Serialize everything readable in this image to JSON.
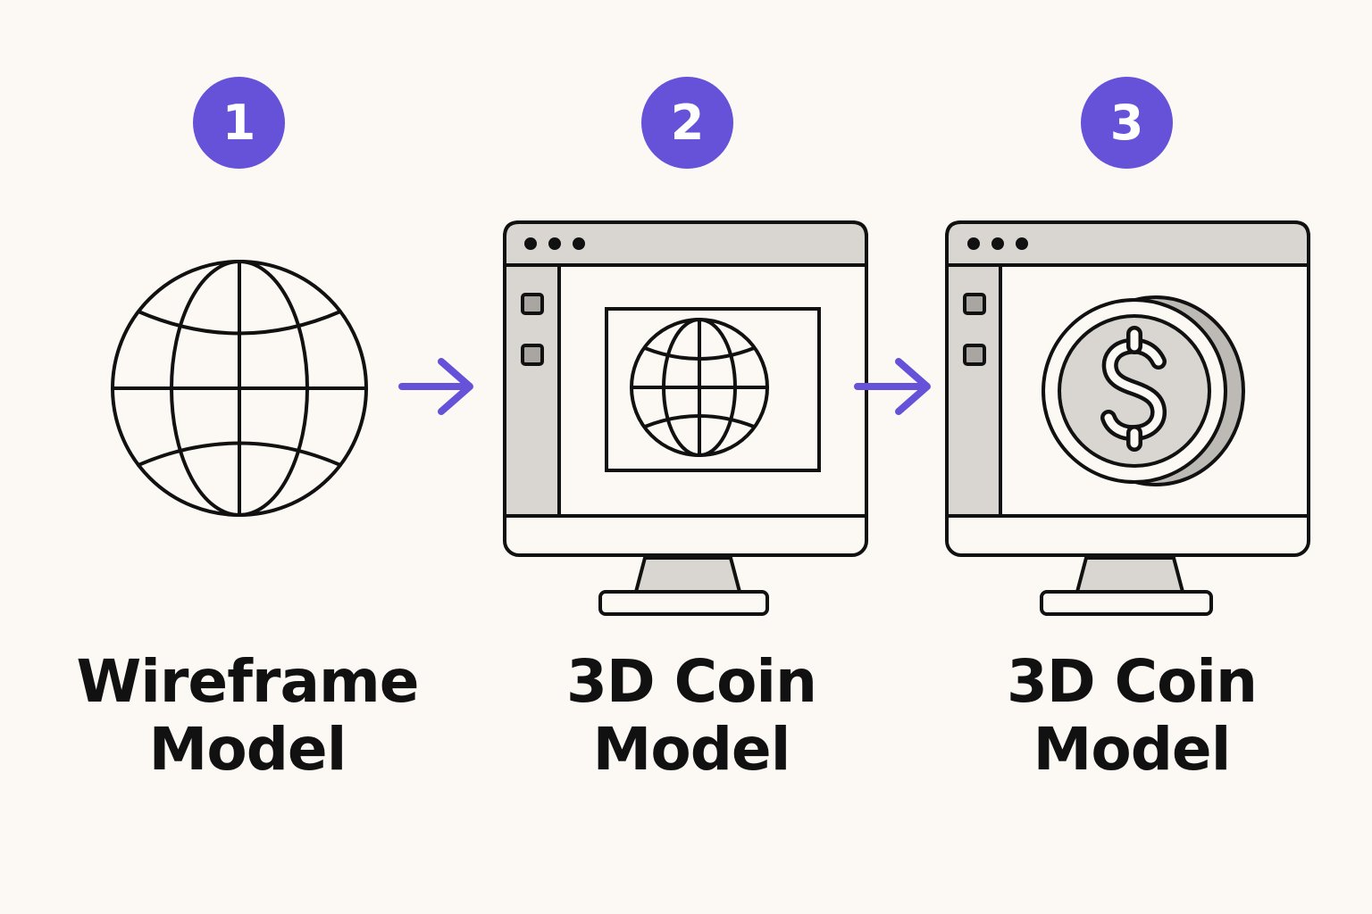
{
  "colors": {
    "background": "#fcf9f4",
    "accent": "#6652d9",
    "stroke": "#111111",
    "panel_fill": "#d9d6d1"
  },
  "steps": [
    {
      "number": "1",
      "icon": "wireframe-globe-icon",
      "label_line1": "Wireframe",
      "label_line2": "Model"
    },
    {
      "number": "2",
      "icon": "monitor-with-globe-icon",
      "label_line1": "3D Coin",
      "label_line2": "Model"
    },
    {
      "number": "3",
      "icon": "monitor-with-coin-icon",
      "label_line1": "3D Coin",
      "label_line2": "Model"
    }
  ],
  "arrows": [
    {
      "from": "1",
      "to": "2",
      "icon": "arrow-right-icon"
    },
    {
      "from": "2",
      "to": "3",
      "icon": "arrow-right-icon"
    }
  ]
}
